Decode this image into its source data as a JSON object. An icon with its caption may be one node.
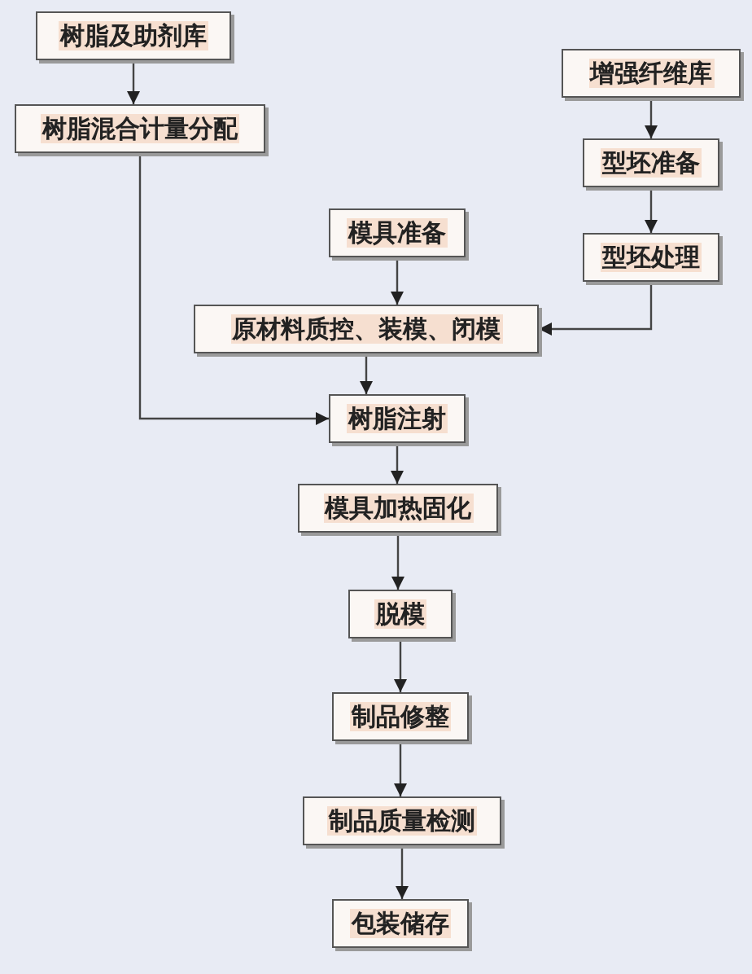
{
  "diagram": {
    "nodes": [
      {
        "text": [
          "树脂及助剂库"
        ]
      },
      {
        "text": [
          "树脂混合计量分配"
        ]
      },
      {
        "text": [
          "增强纤维库"
        ]
      },
      {
        "text": [
          "型坯准备"
        ]
      },
      {
        "text": [
          "模具准备"
        ]
      },
      {
        "text": [
          "型坯处理"
        ]
      },
      {
        "text": [
          "原材料质控、装模、闭模"
        ]
      },
      {
        "text": [
          "树脂注射"
        ]
      },
      {
        "text": [
          "模具加热固化"
        ]
      },
      {
        "text": [
          "脱模"
        ]
      },
      {
        "text": [
          "制品修整"
        ]
      },
      {
        "text": [
          "制品质量检测"
        ]
      },
      {
        "text": [
          "包装储存"
        ]
      }
    ],
    "edges": [
      {
        "from": 0,
        "to": 1,
        "arrow": "to"
      },
      {
        "from": 2,
        "to": 3,
        "arrow": "to"
      },
      {
        "from": 3,
        "to": 5,
        "arrow": "to"
      },
      {
        "from": 4,
        "to": 6,
        "arrow": "to"
      },
      {
        "from": 5,
        "to": 6,
        "arrow": "to"
      },
      {
        "from": 6,
        "to": 7,
        "arrow": "to"
      },
      {
        "from": 1,
        "to": 7,
        "arrow": "to"
      },
      {
        "from": 7,
        "to": 8,
        "arrow": "to"
      },
      {
        "from": 8,
        "to": 9,
        "arrow": "to"
      },
      {
        "from": 9,
        "to": 10,
        "arrow": "to"
      },
      {
        "from": 10,
        "to": 11,
        "arrow": "to"
      },
      {
        "from": 11,
        "to": 12,
        "arrow": "to"
      }
    ]
  }
}
